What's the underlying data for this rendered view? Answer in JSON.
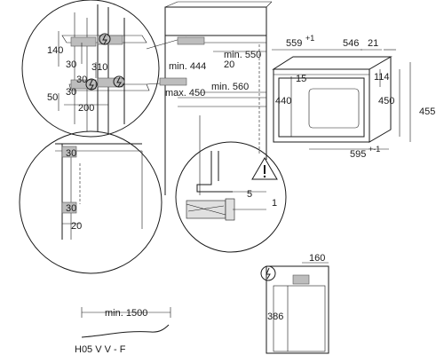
{
  "top_left_detail": {
    "d1": "140",
    "d2": "30",
    "d3": "310",
    "d4": "30",
    "d5": "50",
    "d6": "30",
    "d7": "200"
  },
  "niche_top": {
    "d_min444": "min. 444",
    "d_20": "20",
    "d_min550": "min. 550",
    "d_max450": "max. 450",
    "d_min560": "min. 560"
  },
  "oven_dims": {
    "d559": "559",
    "d559_tol": "+1",
    "d546": "546",
    "d21": "21",
    "d15": "15",
    "d114": "114",
    "d440": "440",
    "d450": "450",
    "d455": "455",
    "d595": "595",
    "d595_tol": "+-1"
  },
  "bottom_left_detail": {
    "d30a": "30",
    "d30b": "30",
    "d20": "20"
  },
  "mount_detail": {
    "d5": "5",
    "d1": "1"
  },
  "cable": {
    "length": "min. 1500",
    "type": "H05 V V - F"
  },
  "rear_view": {
    "d160": "160",
    "d386": "386"
  }
}
